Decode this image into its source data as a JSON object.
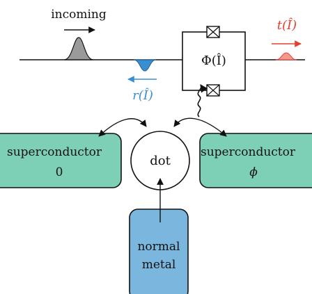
{
  "labels": {
    "incoming": "incoming",
    "reflected": "r(Î)",
    "transmitted": "t(Î)",
    "flux": "Φ(Î)",
    "dot": "dot",
    "superconductor_left_line1": "superconductor",
    "superconductor_left_line2": "0",
    "superconductor_right_line1": "superconductor",
    "superconductor_right_line2": "ϕ",
    "normal_metal_line1": "normal",
    "normal_metal_line2": "metal"
  },
  "colors": {
    "incoming_pulse": "#9a9a9a",
    "reflected": "#3a8fd0",
    "transmitted": "#e2412f",
    "superconductor_fill": "#7dcfb6",
    "normal_metal_fill": "#7bb6de",
    "line": "#111111"
  },
  "icons": {
    "junction": "josephson-junction-icon",
    "coupling": "wavy-coupling-arrow-icon"
  }
}
